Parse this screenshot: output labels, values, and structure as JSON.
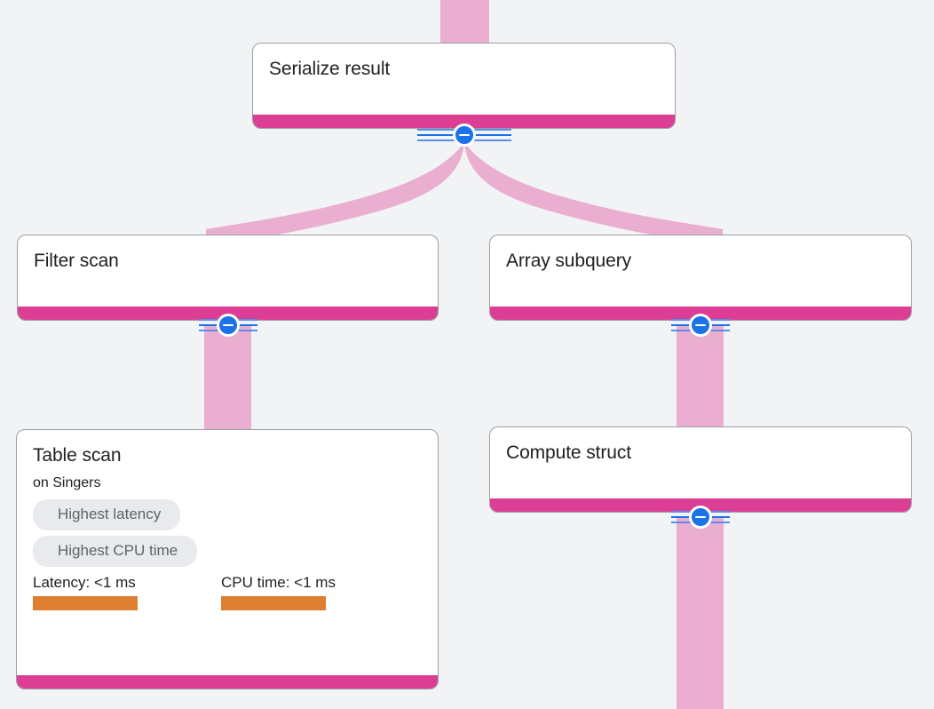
{
  "theme": {
    "background": "#f1f3f4",
    "card_background": "#ffffff",
    "card_border": "#9aa0a6",
    "accent_pink": "#dc3e93",
    "edge_pink": "#eaaed0",
    "chip_background": "#e8eaed",
    "chip_text": "#5f6368",
    "metric_bar_orange": "#de7e31",
    "toggle_blue": "#1a73e8",
    "text_primary": "#202124"
  },
  "graph": {
    "nodes": [
      {
        "id": "serialize-result",
        "title": "Serialize result",
        "subtitle": null,
        "chips": [],
        "metrics": []
      },
      {
        "id": "filter-scan",
        "title": "Filter scan",
        "subtitle": null,
        "chips": [],
        "metrics": []
      },
      {
        "id": "array-subquery",
        "title": "Array subquery",
        "subtitle": null,
        "chips": [],
        "metrics": []
      },
      {
        "id": "table-scan",
        "title": "Table scan",
        "subtitle": "on Singers",
        "chips": [
          {
            "label": "Highest latency"
          },
          {
            "label": "Highest CPU time"
          }
        ],
        "metrics": [
          {
            "label": "Latency: <1 ms"
          },
          {
            "label": "CPU time: <1 ms"
          }
        ]
      },
      {
        "id": "compute-struct",
        "title": "Compute struct",
        "subtitle": null,
        "chips": [],
        "metrics": []
      }
    ],
    "toggles": [
      {
        "id": "toggle-serialize-result",
        "icon": "minus-circle-icon",
        "state": "expanded"
      },
      {
        "id": "toggle-filter-scan",
        "icon": "minus-circle-icon",
        "state": "expanded"
      },
      {
        "id": "toggle-array-subquery",
        "icon": "minus-circle-icon",
        "state": "expanded"
      },
      {
        "id": "toggle-compute-struct",
        "icon": "minus-circle-icon",
        "state": "expanded"
      }
    ]
  }
}
